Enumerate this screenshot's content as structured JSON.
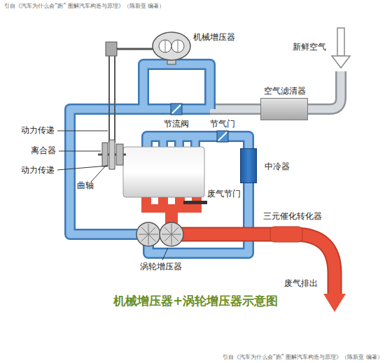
{
  "diagram": {
    "title": "机械增压器+涡轮增压器示意图",
    "nodes": [
      {
        "text": [
          "空气滤清器"
        ]
      },
      {
        "text": [
          "中冷器"
        ]
      }
    ],
    "labels": [
      "引自《汽车为什么会“跑” 图解汽车构造与原理》（陈新亚 编著）",
      "机械增压器",
      "新鲜空气",
      "节流阀",
      "节气门",
      "动力传递",
      "离合器",
      "动力传递",
      "曲轴",
      "废气节门",
      "三元催化转化器",
      "涡轮增压器",
      "废气排出",
      "引自《汽车为什么会“跑” 图解汽车构造与原理》（陈新亚 编著）"
    ]
  }
}
